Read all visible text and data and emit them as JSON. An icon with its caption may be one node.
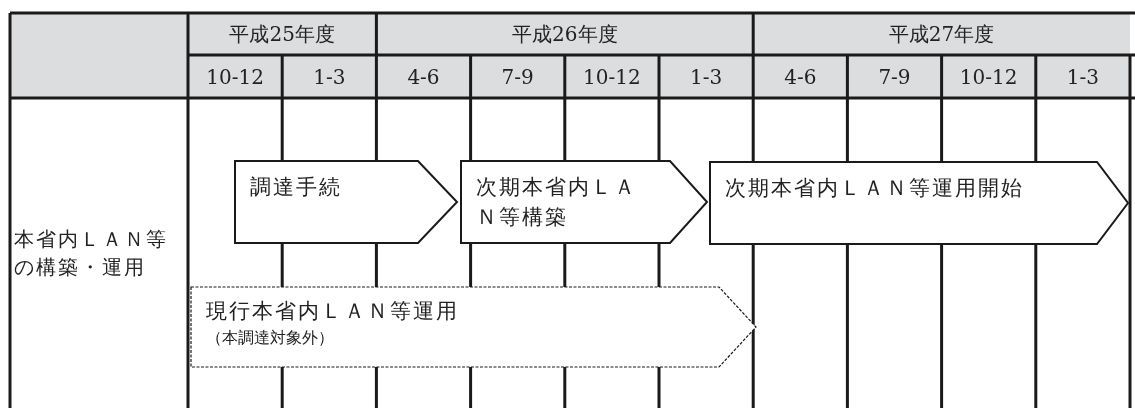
{
  "diagram": {
    "nodes": [
      {
        "text": [
          "調達手続"
        ]
      },
      {
        "text": [
          "次期本省内ＬＡＮ等構築"
        ]
      },
      {
        "text": [
          "次期本省内ＬＡＮ等運用開始"
        ]
      },
      {
        "text": [
          "現行本省内ＬＡＮ等運用",
          "（本調達対象外）"
        ]
      }
    ],
    "edges": [],
    "labels": [
      "平成25年度",
      "平成26年度",
      "平成27年度",
      "10-12",
      "1-3",
      "4-6",
      "7-9",
      "10-12",
      "1-3",
      "4-6",
      "7-9",
      "10-12",
      "1-3",
      "本省内ＬＡＮ等の構築・運用"
    ]
  }
}
